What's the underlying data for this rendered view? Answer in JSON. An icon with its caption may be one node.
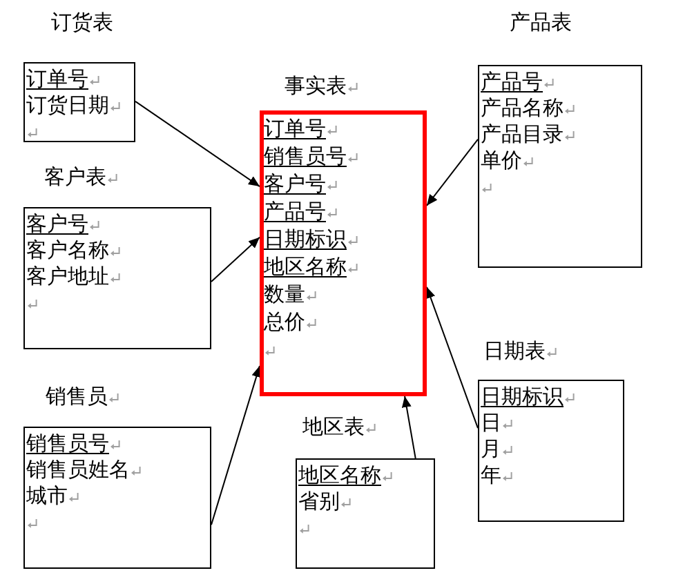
{
  "diagram": {
    "nodes": [
      {
        "text": [
          "订货表",
          "订单号",
          "订货日期"
        ]
      },
      {
        "text": [
          "产品表",
          "产品号",
          "产品名称",
          "产品目录",
          "单价"
        ]
      },
      {
        "text": [
          "事实表",
          "订单号",
          "销售员号",
          "客户号",
          "产品号",
          "日期标识",
          "地区名称",
          "数量",
          "总价"
        ]
      },
      {
        "text": [
          "客户表",
          "客户号",
          "客户名称",
          "客户地址"
        ]
      },
      {
        "text": [
          "日期表",
          "日期标识",
          "日",
          "月",
          "年"
        ]
      },
      {
        "text": [
          "销售员",
          "销售员号",
          "销售员姓名",
          "城市"
        ]
      },
      {
        "text": [
          "地区表",
          "地区名称",
          "省别"
        ]
      }
    ],
    "edges": [
      {
        "from": 0,
        "to": 2,
        "arrow": "to"
      },
      {
        "from": 3,
        "to": 2,
        "arrow": "to"
      },
      {
        "from": 5,
        "to": 2,
        "arrow": "to"
      },
      {
        "from": 1,
        "to": 2,
        "arrow": "to"
      },
      {
        "from": 6,
        "to": 2,
        "arrow": "to"
      },
      {
        "from": 4,
        "to": 2,
        "arrow": "to"
      }
    ]
  }
}
